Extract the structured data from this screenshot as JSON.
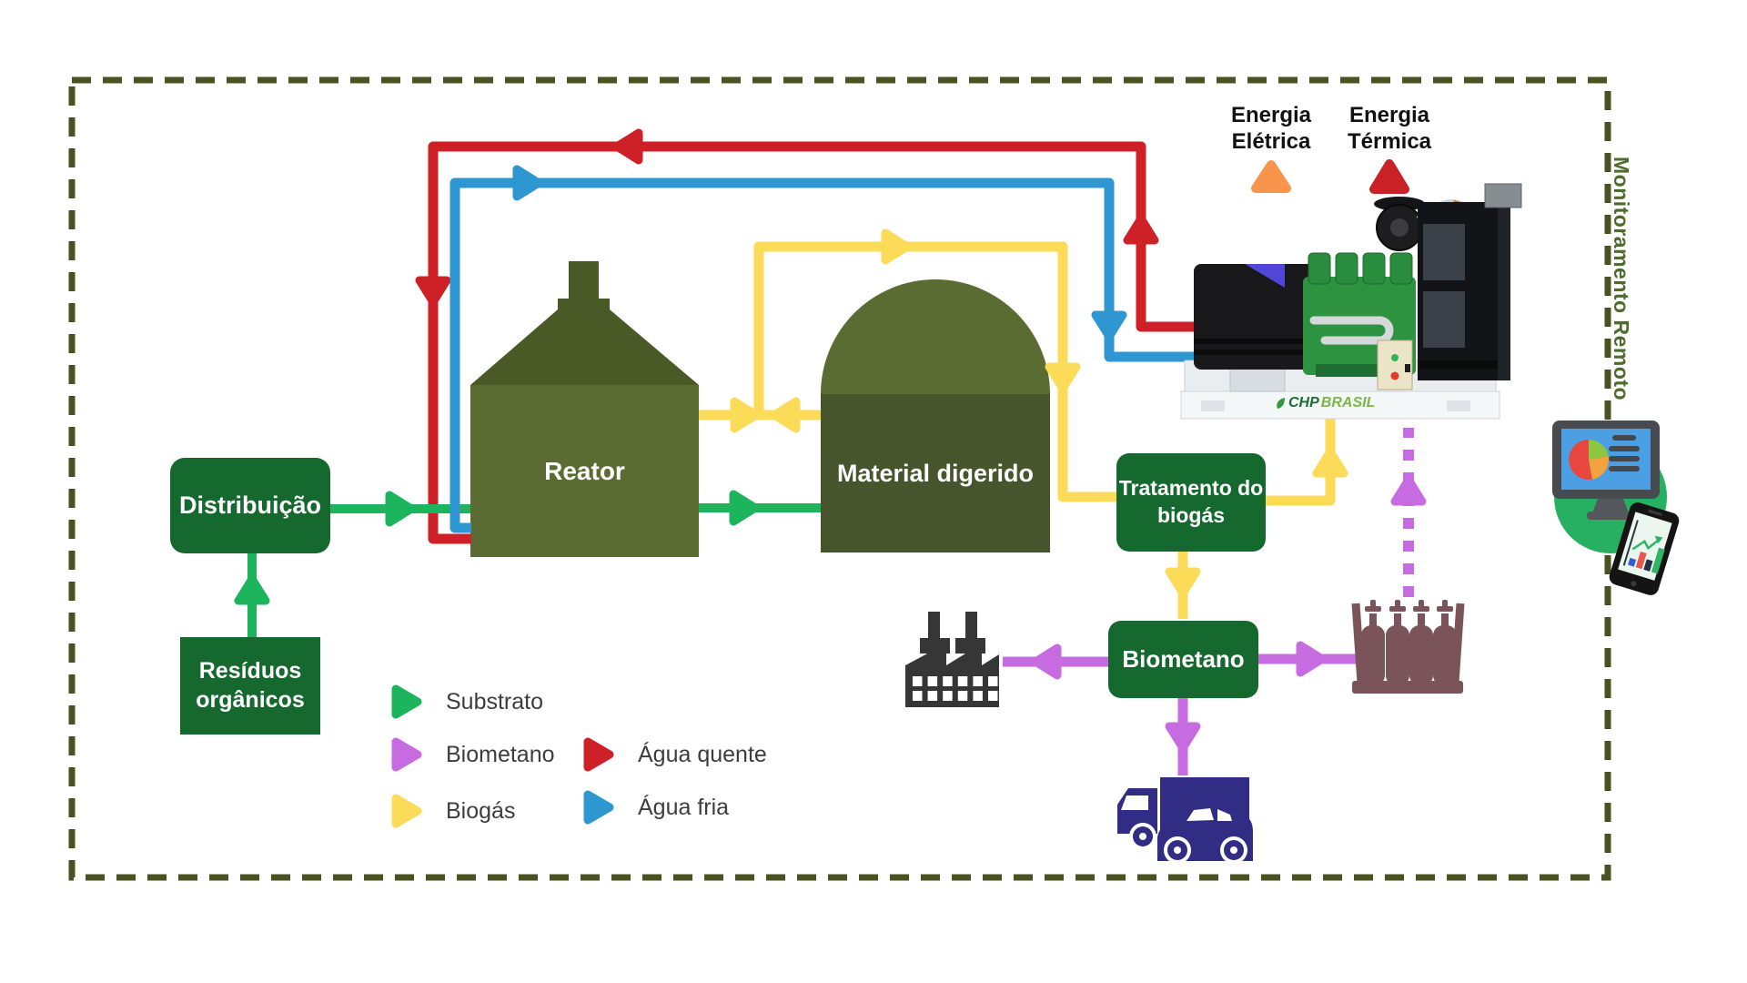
{
  "colors": {
    "box_green": "#15692f",
    "tank_olive": "#5b6c33",
    "tank_olive_dark": "#4a5a27",
    "dome_lower_olive": "#46552b",
    "substrate_green": "#1db45e",
    "biogas_yellow": "#fbdb57",
    "hot_water_red": "#cd2027",
    "cold_water_blue": "#2e96d0",
    "biomethane_purple": "#c76be0",
    "border_olive": "#4a5222",
    "monitoring_green": "#4d6b2a",
    "energy_orange": "#f7954d",
    "energy_red": "#c92125",
    "factory_dark": "#363636",
    "vehicle_indigo": "#312d85",
    "cylinder_brown": "#7b545a",
    "monitor_circle_green": "#27b061"
  },
  "nodes": {
    "distribuicao": {
      "label": "Distribuição"
    },
    "residuos": {
      "label": "Resíduos orgânicos"
    },
    "reator": {
      "label": "Reator"
    },
    "material_digerido": {
      "label": "Material digerido"
    },
    "tratamento": {
      "label": "Tratamento do biogás"
    },
    "biometano": {
      "label": "Biometano"
    }
  },
  "outputs": {
    "energia_eletrica": {
      "label": "Energia Elétrica"
    },
    "energia_termica": {
      "label": "Energia Térmica"
    }
  },
  "legend": {
    "items": [
      {
        "label": "Substrato",
        "color": "#1db45e"
      },
      {
        "label": "Biometano",
        "color": "#c76be0"
      },
      {
        "label": "Biogás",
        "color": "#fbdb57"
      },
      {
        "label": "Água quente",
        "color": "#cd2027"
      },
      {
        "label": "Água fria",
        "color": "#2e96d0"
      }
    ]
  },
  "monitoring": {
    "label": "Monitoramento Remoto"
  },
  "generator": {
    "brand": "CHP",
    "brand_suffix": "BRASIL"
  }
}
